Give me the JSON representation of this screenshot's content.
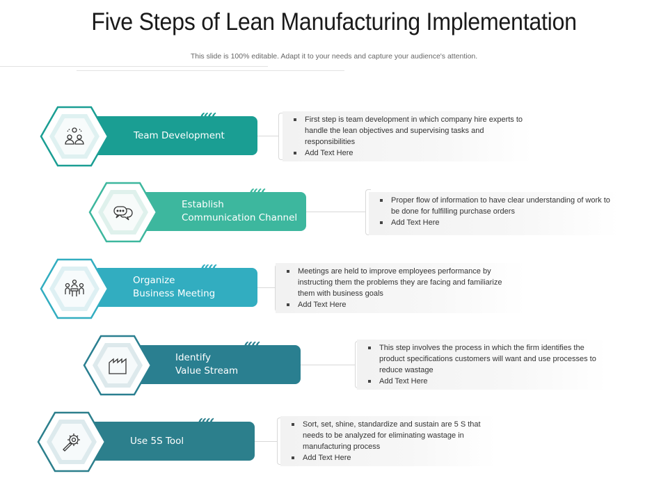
{
  "title": "Five Steps of Lean Manufacturing Implementation",
  "subtitle": "This slide is 100% editable. Adapt it to your needs and capture  your audience's attention.",
  "steps": [
    {
      "label": "Team Development",
      "color": "#1a9e93",
      "icon": "team-icon",
      "bullets": [
        "First step is team development in which company hire experts to handle the lean objectives and supervising tasks and responsibilities",
        "Add Text Here"
      ]
    },
    {
      "label": "Establish\nCommunication Channel",
      "color": "#3db79e",
      "icon": "chat-bubbles-icon",
      "bullets": [
        "Proper flow of information to have clear understanding of work to be done for fulfilling purchase orders",
        "Add Text Here"
      ]
    },
    {
      "label": "Organize\nBusiness Meeting",
      "color": "#32adc0",
      "icon": "meeting-icon",
      "bullets": [
        "Meetings are held to improve employees performance by instructing them the problems they are facing and familiarize them with business  goals",
        "Add Text Here"
      ]
    },
    {
      "label": "Identify\nValue Stream",
      "color": "#2a7f90",
      "icon": "factory-icon",
      "bullets": [
        "This step involves the process in which the firm identifies the product specifications  customers will want and use processes  to reduce wastage",
        "Add Text Here"
      ]
    },
    {
      "label": "Use 5S Tool",
      "color": "#2c7f8c",
      "icon": "wrench-gear-icon",
      "bullets": [
        "Sort, set, shine, standardize and sustain are 5 S that needs to be analyzed for eliminating wastage in manufacturing process",
        "Add Text Here"
      ]
    }
  ]
}
